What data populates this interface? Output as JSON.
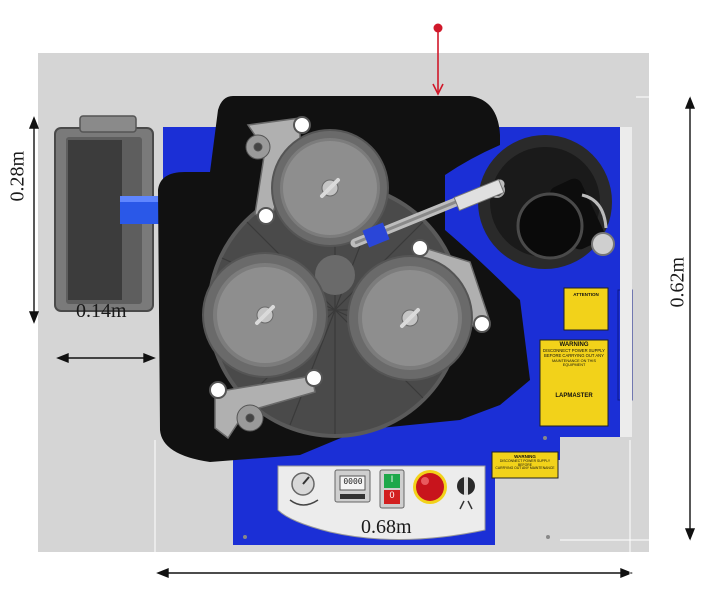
{
  "dimensions": {
    "tray_height": "0.28m",
    "tray_width": "0.14m",
    "machine_height": "0.62m",
    "machine_width": "0.68m"
  },
  "labels": {
    "warning_title": "WARNING",
    "warning_line1": "DISCONNECT POWER SUPPLY",
    "warning_line2": "BEFORE CARRYING OUT ANY",
    "warning_line3": "MAINTENANCE ON THIS EQUIPMENT",
    "brand": "LAPMASTER",
    "attention_title": "ATTENTION",
    "lower_warning_title": "WARNING",
    "lower_warning_line1": "DISCONNECT POWER SUPPLY BEFORE",
    "lower_warning_line2": "CARRYING OUT ANY MAINTENANCE",
    "display_value": "0000",
    "start_label": "I",
    "stop_label": "0"
  },
  "colors": {
    "background_panel": "#d5d5d5",
    "machine_blue": "#1b2fd6",
    "top_plate": "#111111",
    "platter": "#4a4a4a",
    "warning_yellow": "#f2d21a",
    "marker_red": "#d0182a"
  },
  "icons": {
    "marker": "red-pin-icon",
    "estop": "emergency-stop-icon"
  }
}
